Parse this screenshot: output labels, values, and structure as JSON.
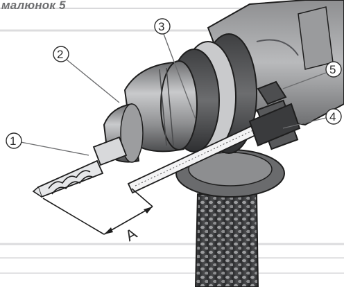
{
  "figure": {
    "caption": "малюнок 5"
  },
  "callouts": [
    {
      "number": "1"
    },
    {
      "number": "2"
    },
    {
      "number": "3"
    },
    {
      "number": "4"
    },
    {
      "number": "5"
    }
  ],
  "dimension": {
    "label": "A"
  },
  "colors": {
    "caption": "#6d6e70",
    "guide_lines": "#d9d9db",
    "chuck_light": "#a9aaac",
    "chuck_dark": "#58595b",
    "grip": "#3a3b3d",
    "outline": "#1e1e1e"
  }
}
